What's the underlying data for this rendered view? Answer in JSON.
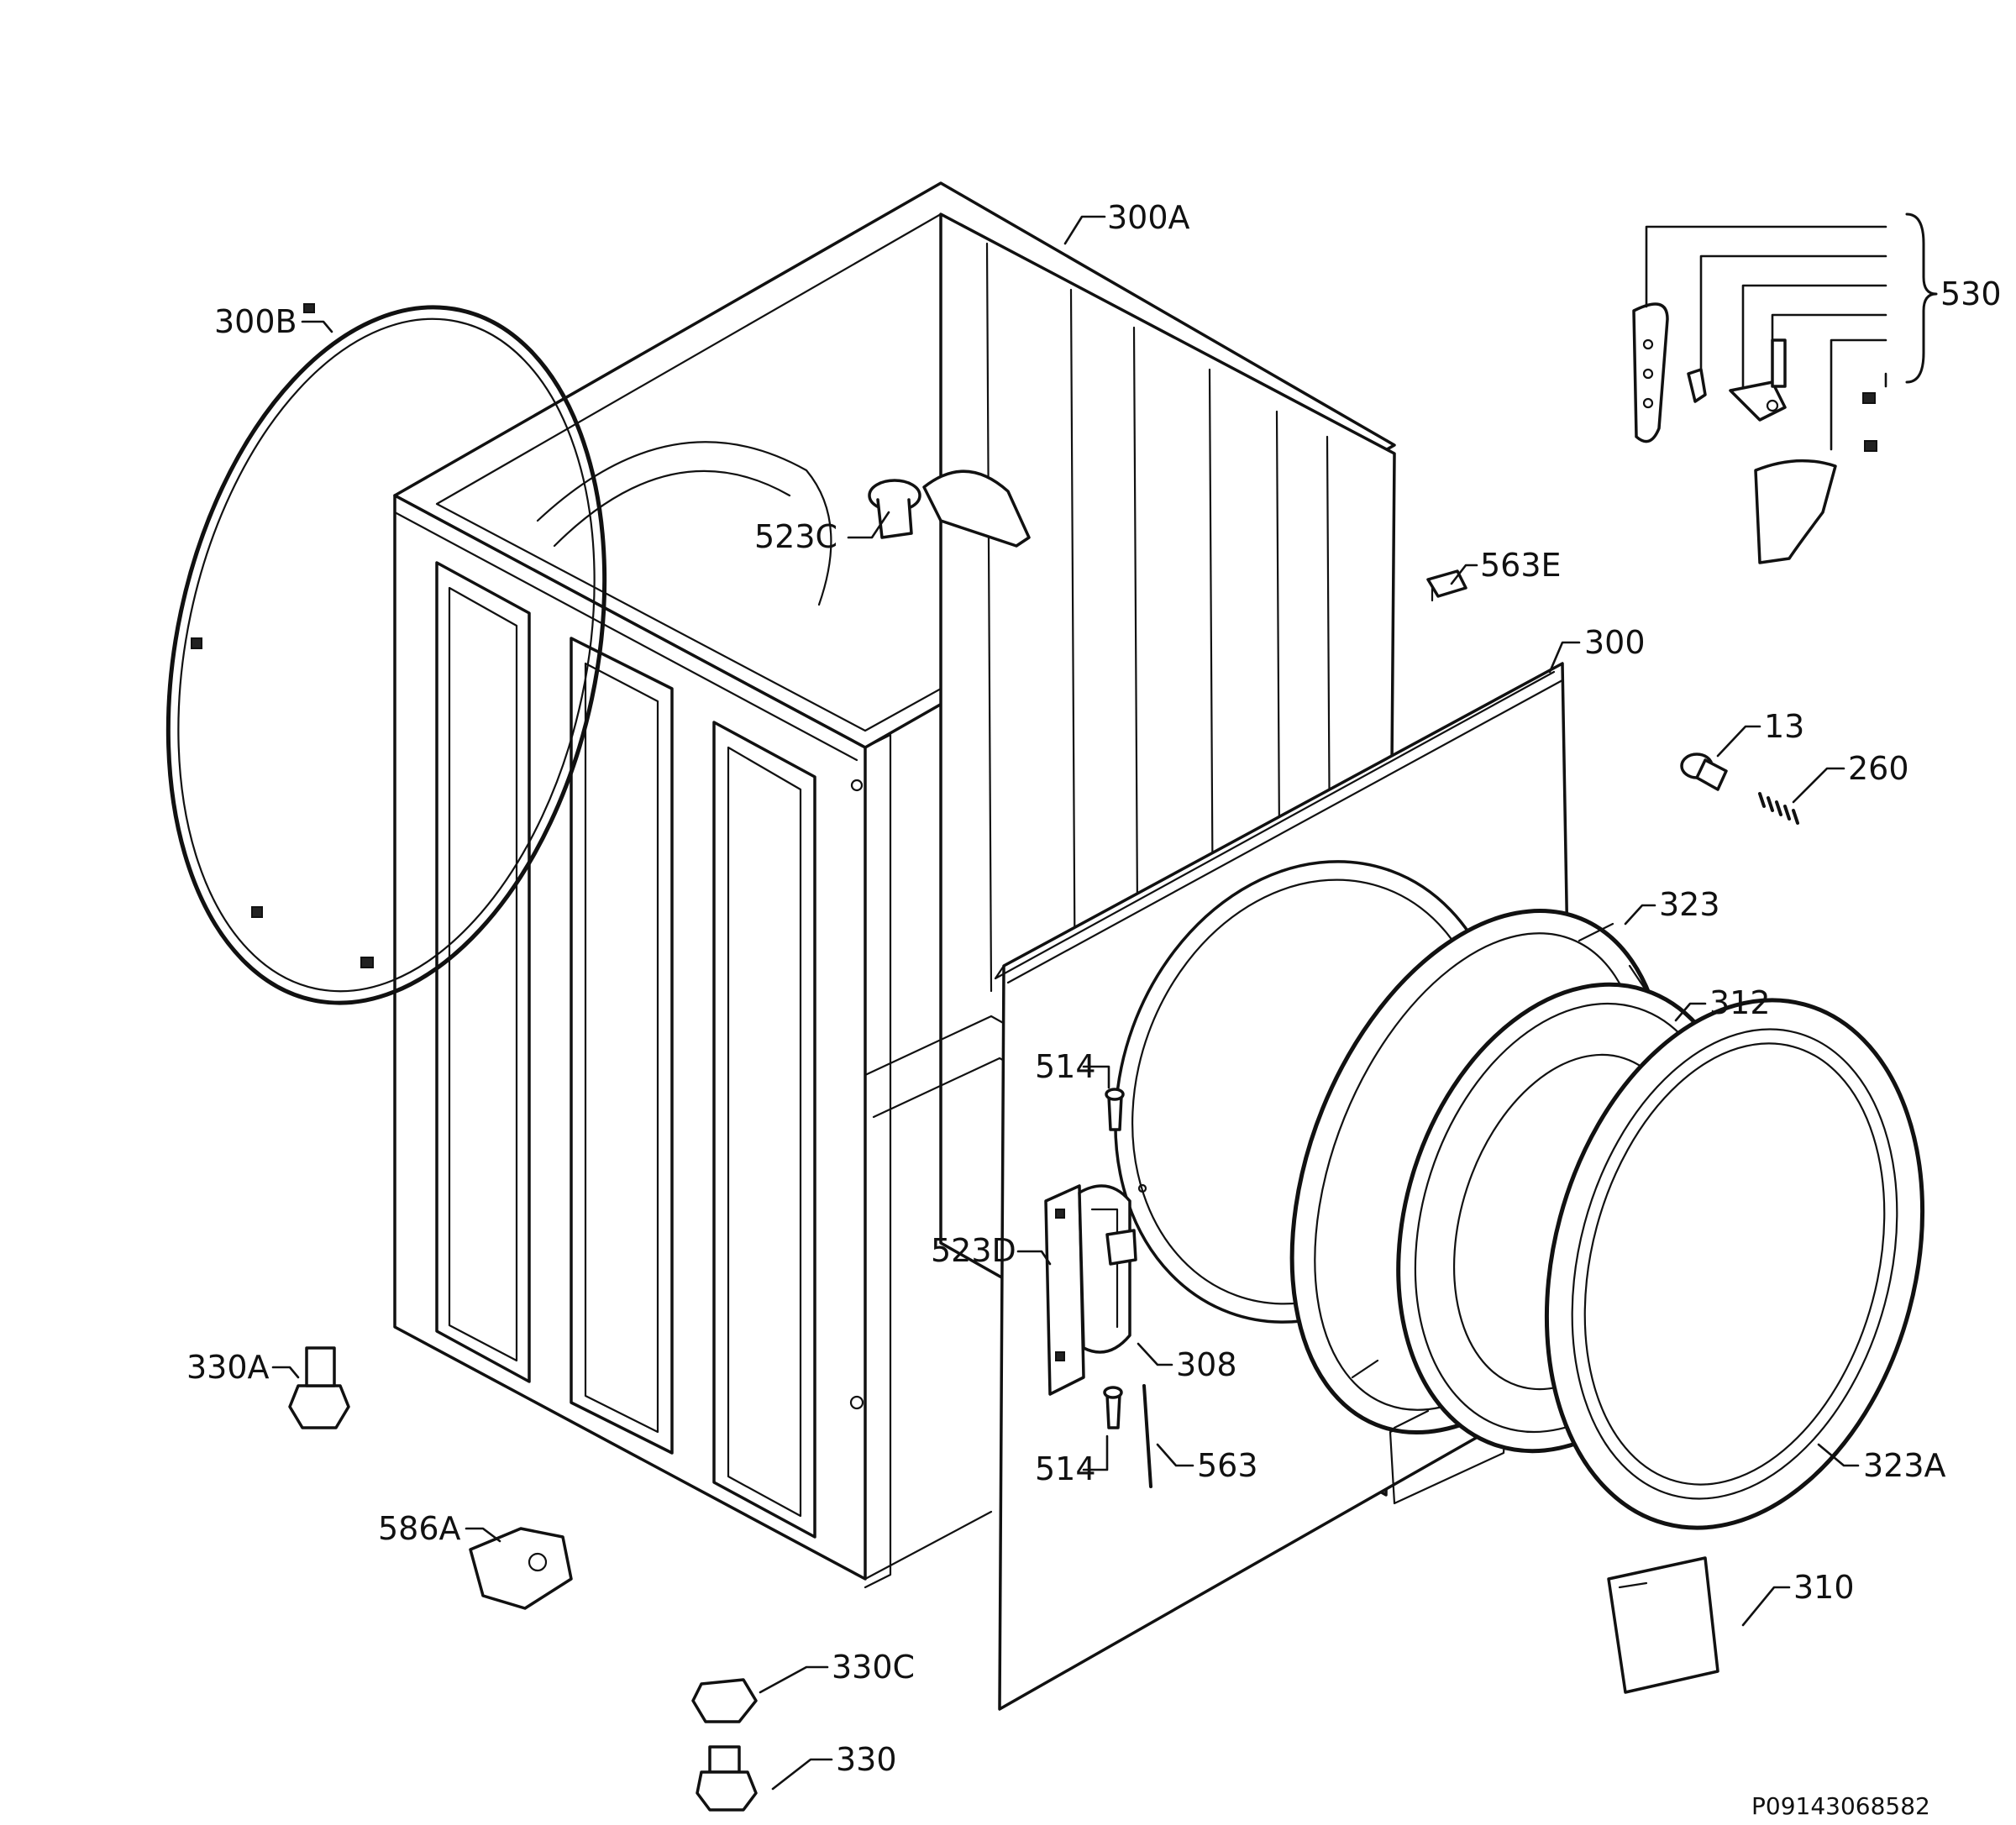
{
  "diagram": {
    "reference_code": "P09143068582",
    "parts": [
      {
        "id": "300A",
        "label": "300A"
      },
      {
        "id": "300B",
        "label": "300B"
      },
      {
        "id": "523C",
        "label": "523C"
      },
      {
        "id": "563E",
        "label": "563E"
      },
      {
        "id": "300",
        "label": "300"
      },
      {
        "id": "530",
        "label": "530"
      },
      {
        "id": "13",
        "label": "13"
      },
      {
        "id": "260",
        "label": "260"
      },
      {
        "id": "323",
        "label": "323"
      },
      {
        "id": "312",
        "label": "312"
      },
      {
        "id": "514a",
        "label": "514"
      },
      {
        "id": "523D",
        "label": "523D"
      },
      {
        "id": "308",
        "label": "308"
      },
      {
        "id": "514b",
        "label": "514"
      },
      {
        "id": "563",
        "label": "563"
      },
      {
        "id": "323A",
        "label": "323A"
      },
      {
        "id": "330A",
        "label": "330A"
      },
      {
        "id": "586A",
        "label": "586A"
      },
      {
        "id": "330C",
        "label": "330C"
      },
      {
        "id": "330",
        "label": "330"
      },
      {
        "id": "310",
        "label": "310"
      }
    ]
  }
}
